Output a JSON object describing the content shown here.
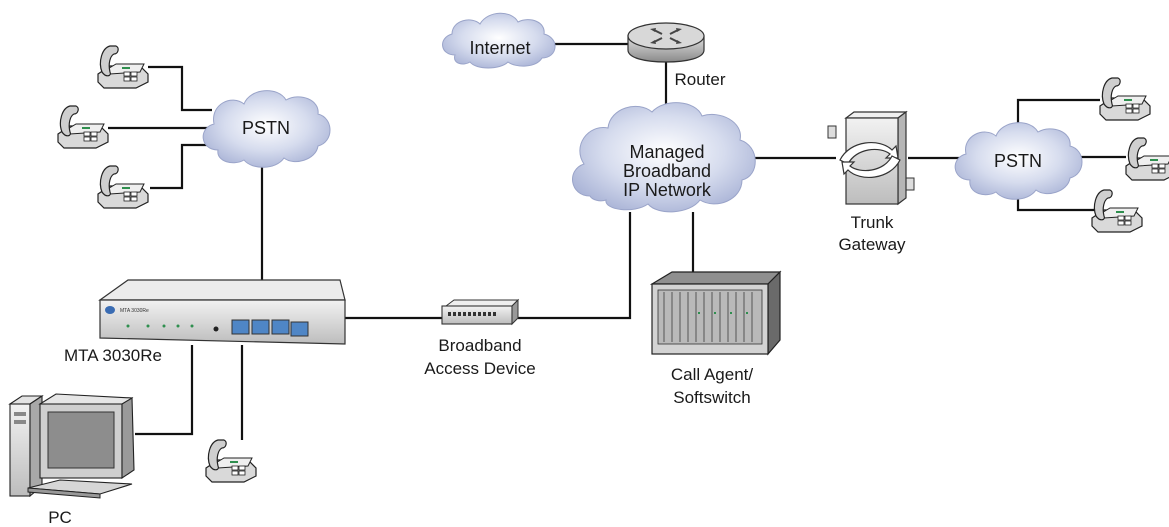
{
  "clouds": {
    "internet": "Internet",
    "pstn_left": "PSTN",
    "pstn_right": "PSTN",
    "network_line1": "Managed",
    "network_line2": "Broadband",
    "network_line3": "IP Network"
  },
  "labels": {
    "router": "Router",
    "trunk_line1": "Trunk",
    "trunk_line2": "Gateway",
    "mta": "MTA 3030Re",
    "mta_faceplate": "MTA 3030Re",
    "bad_line1": "Broadband",
    "bad_line2": "Access Device",
    "ca_line1": "Call Agent/",
    "ca_line2": "Softswitch",
    "pc": "PC"
  }
}
